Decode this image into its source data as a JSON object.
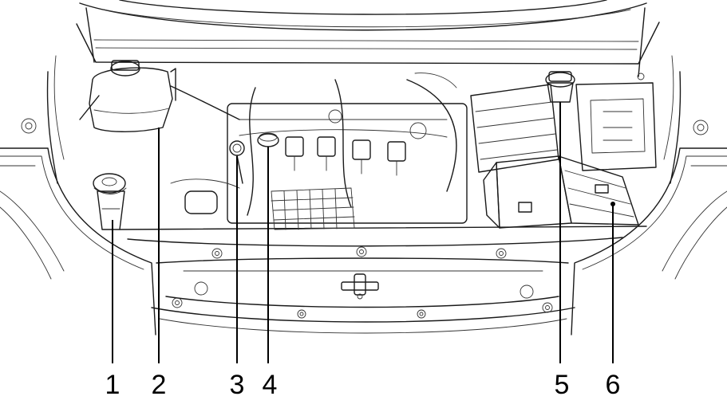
{
  "callouts": [
    {
      "id": "1",
      "label": "1"
    },
    {
      "id": "2",
      "label": "2"
    },
    {
      "id": "3",
      "label": "3"
    },
    {
      "id": "4",
      "label": "4"
    },
    {
      "id": "5",
      "label": "5"
    },
    {
      "id": "6",
      "label": "6"
    }
  ],
  "colors": {
    "line": "#1a1a1a",
    "reservoir_fill": "#dcdcdc",
    "cap_fill": "#9a9a9a",
    "battery_fill": "#8e8e8e",
    "battery_dark": "#5a5a5a",
    "background": "#ffffff"
  }
}
